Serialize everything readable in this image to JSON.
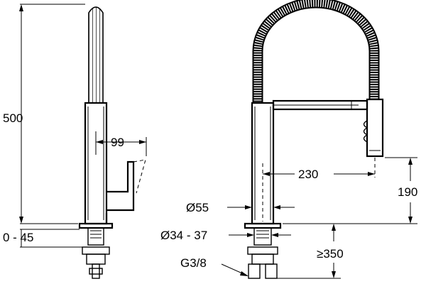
{
  "labels": {
    "height_total": "500",
    "reach_side": "99",
    "offset_range": "0 - 45",
    "reach_front": "230",
    "spout_height": "190",
    "body_diameter": "Ø55",
    "hole_diameter": "Ø34 - 37",
    "connector": "G3/8",
    "hose_length": "≥350"
  }
}
